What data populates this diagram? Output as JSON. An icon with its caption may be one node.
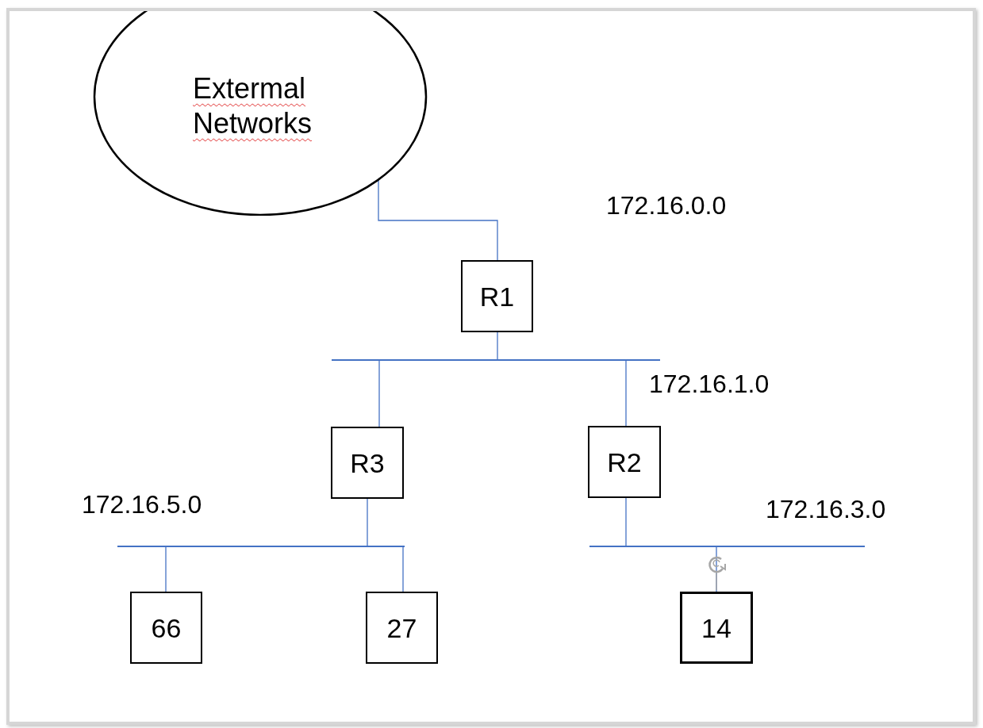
{
  "diagram": {
    "nodes": [
      {
        "text": [
          "Extermal Networks"
        ]
      },
      {
        "text": [
          "R1"
        ]
      },
      {
        "text": [],
        "shape": "bar",
        "beside": [
          "172.16.1.0"
        ]
      },
      {
        "text": [
          "R3"
        ]
      },
      {
        "text": [
          "R2"
        ]
      },
      {
        "text": [],
        "shape": "bar",
        "beside": [
          "172.16.5.0"
        ]
      },
      {
        "text": [],
        "shape": "bar",
        "beside": [
          "172.16.3.0"
        ]
      },
      {
        "text": [
          "66"
        ]
      },
      {
        "text": [
          "27"
        ]
      },
      {
        "text": [
          "14"
        ]
      }
    ],
    "edges": [
      {
        "from": 0,
        "to": 1,
        "arrow": "none",
        "label": "172.16.0.0"
      },
      {
        "from": 1,
        "to": 2,
        "arrow": "none"
      },
      {
        "from": 2,
        "to": 3,
        "arrow": "none"
      },
      {
        "from": 2,
        "to": 4,
        "arrow": "none"
      },
      {
        "from": 3,
        "to": 5,
        "arrow": "none"
      },
      {
        "from": 4,
        "to": 6,
        "arrow": "none"
      },
      {
        "from": 5,
        "to": 7,
        "arrow": "none"
      },
      {
        "from": 5,
        "to": 8,
        "arrow": "none"
      },
      {
        "from": 6,
        "to": 9,
        "arrow": "none"
      }
    ]
  }
}
